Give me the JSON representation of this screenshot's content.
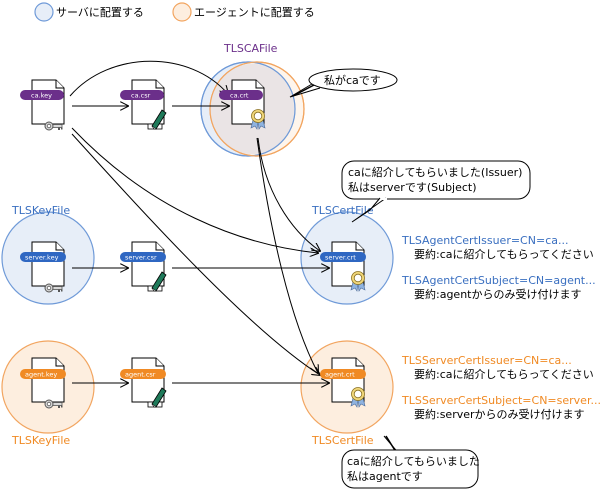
{
  "colors": {
    "server": "#3a6fc0",
    "server_fill": "#e7eef8",
    "server_stroke": "#6f9ad8",
    "agent": "#f08a24",
    "agent_fill": "#fdeedf",
    "agent_stroke": "#f2a560",
    "ca": "#6b2f8a",
    "ca_fill": "#e8e2e4"
  },
  "legend": {
    "server_label": "サーバに配置する",
    "agent_label": "エージェントに配置する"
  },
  "files": {
    "ca_key": "ca.key",
    "ca_csr": "ca.csr",
    "ca_crt": "ca.crt",
    "server_key": "server.key",
    "server_csr": "server.csr",
    "server_crt": "server.crt",
    "agent_key": "agent.key",
    "agent_csr": "agent.csr",
    "agent_crt": "agent.crt"
  },
  "params": {
    "ca_file": "TLSCAFile",
    "server_key_file": "TLSKeyFile",
    "server_cert_file": "TLSCertFile",
    "agent_key_file": "TLSKeyFile",
    "agent_cert_file": "TLSCertFile"
  },
  "bubbles": {
    "ca": "私がcaです",
    "server": [
      "caに紹介してもらいました(Issuer)",
      "私はserverです(Subject)"
    ],
    "agent": [
      "caに紹介してもらいました",
      "私はagentです"
    ]
  },
  "server_side_config": [
    {
      "key": "TLSAgentCertIssuer=CN=ca...",
      "summary": "要約:caに紹介してもらってください"
    },
    {
      "key": "TLSAgentCertSubject=CN=agent...",
      "summary": "要約:agentからのみ受け付けます"
    }
  ],
  "agent_side_config": [
    {
      "key": "TLSServerCertIssuer=CN=ca...",
      "summary": "要約:caに紹介してもらってください"
    },
    {
      "key": "TLSServerCertSubject=CN=server...",
      "summary": "要約:serverからのみ受け付けます"
    }
  ]
}
